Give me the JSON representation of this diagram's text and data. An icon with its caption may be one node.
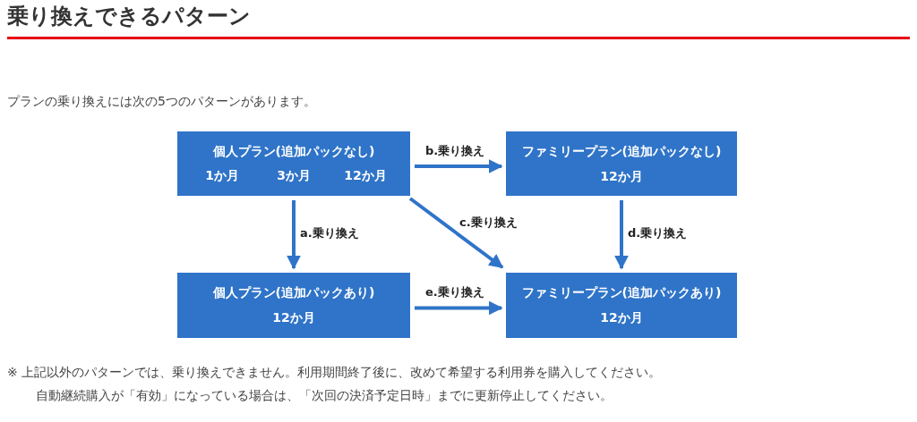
{
  "diagram": {
    "title": "乗り換えできるパターン",
    "nodes": [
      {
        "text": [
          "個人プラン(追加パックなし)",
          "1か月",
          "3か月",
          "12か月"
        ]
      },
      {
        "text": [
          "ファミリープラン(追加パックなし)",
          "12か月"
        ]
      },
      {
        "text": [
          "個人プラン(追加パックあり)",
          "12か月"
        ]
      },
      {
        "text": [
          "ファミリープラン(追加パックあり)",
          "12か月"
        ]
      }
    ],
    "edges": [
      {
        "from": 0,
        "to": 1,
        "arrow": "to",
        "label": "b.乗り換え"
      },
      {
        "from": 0,
        "to": 2,
        "arrow": "to",
        "label": "a.乗り換え"
      },
      {
        "from": 0,
        "to": 3,
        "arrow": "to",
        "label": "c.乗り換え"
      },
      {
        "from": 1,
        "to": 3,
        "arrow": "to",
        "label": "d.乗り換え"
      },
      {
        "from": 2,
        "to": 3,
        "arrow": "to",
        "label": "e.乗り換え"
      }
    ],
    "labels": [
      "プランの乗り換えには次の5つのパターンがあります。",
      "※ 上記以外のパターンでは、乗り換えできません。利用期間終了後に、改めて希望する利用券を購入してください。",
      "自動継続購入が「有効」になっている場合は、「次回の決済予定日時」までに更新停止してください。"
    ]
  }
}
